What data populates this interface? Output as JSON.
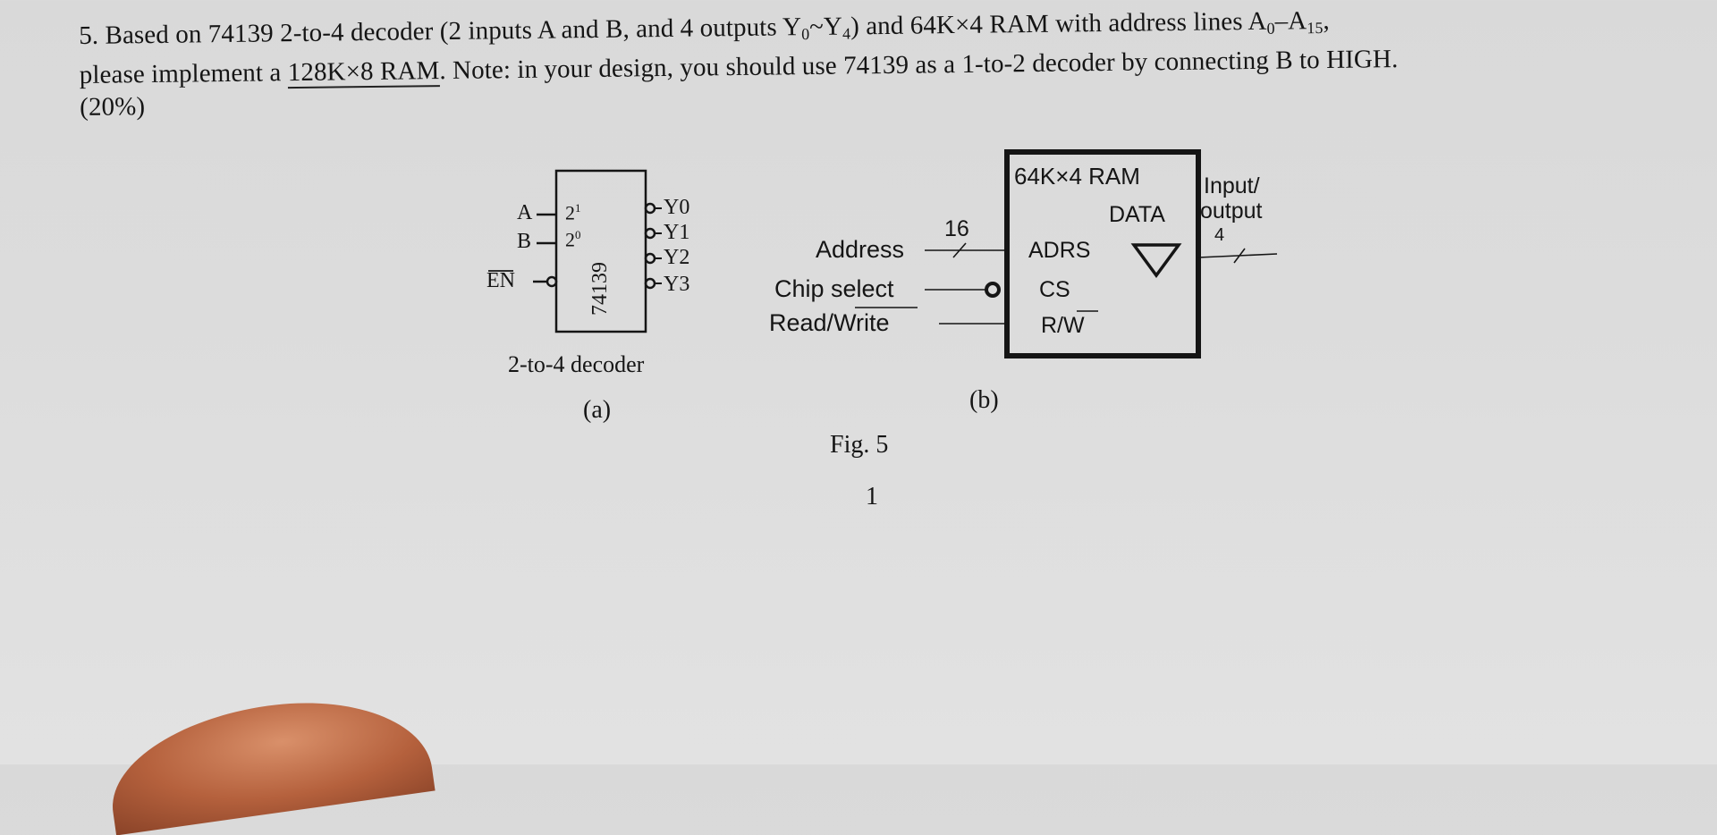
{
  "question": {
    "number": "5.",
    "line1_before_sub": "Based on 74139 2-to-4 decoder (2 inputs A and B, and 4 outputs Y",
    "y_sub_start": "0",
    "tilde": "~Y",
    "y_sub_end": "4",
    "line1_mid": ") and 64K×4 RAM with address lines A",
    "a_sub_start": "0",
    "dash": "–A",
    "a_sub_end": "15",
    "comma": ",",
    "line2_before": "please implement a ",
    "ram_target": "128K×8 RAM",
    "line2_after": ". Note: in your design, you should use 74139 as a 1-to-2 decoder by connecting B to HIGH.",
    "percent": "(20%)"
  },
  "fig_a": {
    "in_a": "A",
    "in_b": "B",
    "in_en": "EN",
    "weight_a": "2",
    "weight_a_exp": "1",
    "weight_b": "2",
    "weight_b_exp": "0",
    "chip": "74139",
    "out0": "Y0",
    "out1": "Y1",
    "out2": "Y2",
    "out3": "Y3",
    "title": "2-to-4 decoder",
    "caption": "(a)"
  },
  "fig_b": {
    "title": "64K×4 RAM",
    "data_label": "DATA",
    "io_label_1": "Input/",
    "io_label_2": "output",
    "data_width": "4",
    "addr_width": "16",
    "address": "Address",
    "chip_select": "Chip select",
    "read_write": "Read/Write",
    "rw_read": "Read/",
    "rw_write": "Write",
    "adrs": "ADRS",
    "cs": "CS",
    "rw_pin": "R/",
    "rw_pin_w": "W",
    "caption": "(b)"
  },
  "figure_caption": "Fig. 5",
  "page_number": "1",
  "colors": {
    "paper": "#dcdcdc",
    "ink": "#151515",
    "finger": "#b5613d"
  }
}
